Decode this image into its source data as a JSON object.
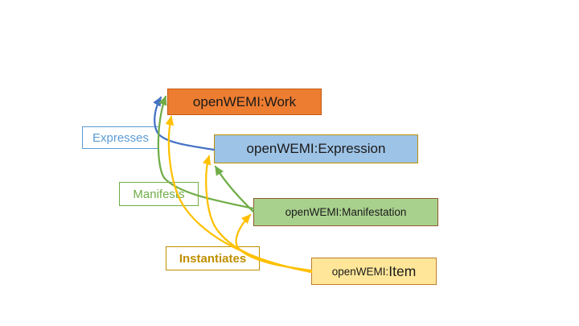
{
  "slide": {
    "background": "#ffffff"
  },
  "nodes": {
    "work": {
      "prefix": "openWEMI:",
      "name": "Work",
      "fill": "#ED7D31",
      "border": "#C55A11"
    },
    "expression": {
      "prefix": "openWEMI:",
      "name": "Expression",
      "fill": "#9DC3E6",
      "border": "#BF9000"
    },
    "manifestation": {
      "prefix": "openWEMI:",
      "name": "Manifestation",
      "fill": "#A9D18E",
      "border": "#8E5A2B"
    },
    "item": {
      "prefix": "openWEMI:",
      "name": "Item",
      "fill": "#FFE699",
      "border": "#BF7B2B"
    }
  },
  "relation_labels": {
    "expresses": {
      "text": "Expresses",
      "color": "#5B9BD5"
    },
    "manifests": {
      "text": "Manifests",
      "color": "#70AD47"
    },
    "instantiates": {
      "text": "Instantiates",
      "color": "#BF8F00"
    }
  },
  "edge_colors": {
    "expresses": "#4472C4",
    "manifests": "#70AD47",
    "instantiates": "#FFC000"
  },
  "edges": [
    {
      "relation": "Expresses",
      "from": "openWEMI:Expression",
      "to": "openWEMI:Work"
    },
    {
      "relation": "Manifests",
      "from": "openWEMI:Manifestation",
      "to": "openWEMI:Work"
    },
    {
      "relation": "Manifests",
      "from": "openWEMI:Manifestation",
      "to": "openWEMI:Expression"
    },
    {
      "relation": "Instantiates",
      "from": "openWEMI:Item",
      "to": "openWEMI:Work"
    },
    {
      "relation": "Instantiates",
      "from": "openWEMI:Item",
      "to": "openWEMI:Expression"
    },
    {
      "relation": "Instantiates",
      "from": "openWEMI:Item",
      "to": "openWEMI:Manifestation"
    }
  ]
}
